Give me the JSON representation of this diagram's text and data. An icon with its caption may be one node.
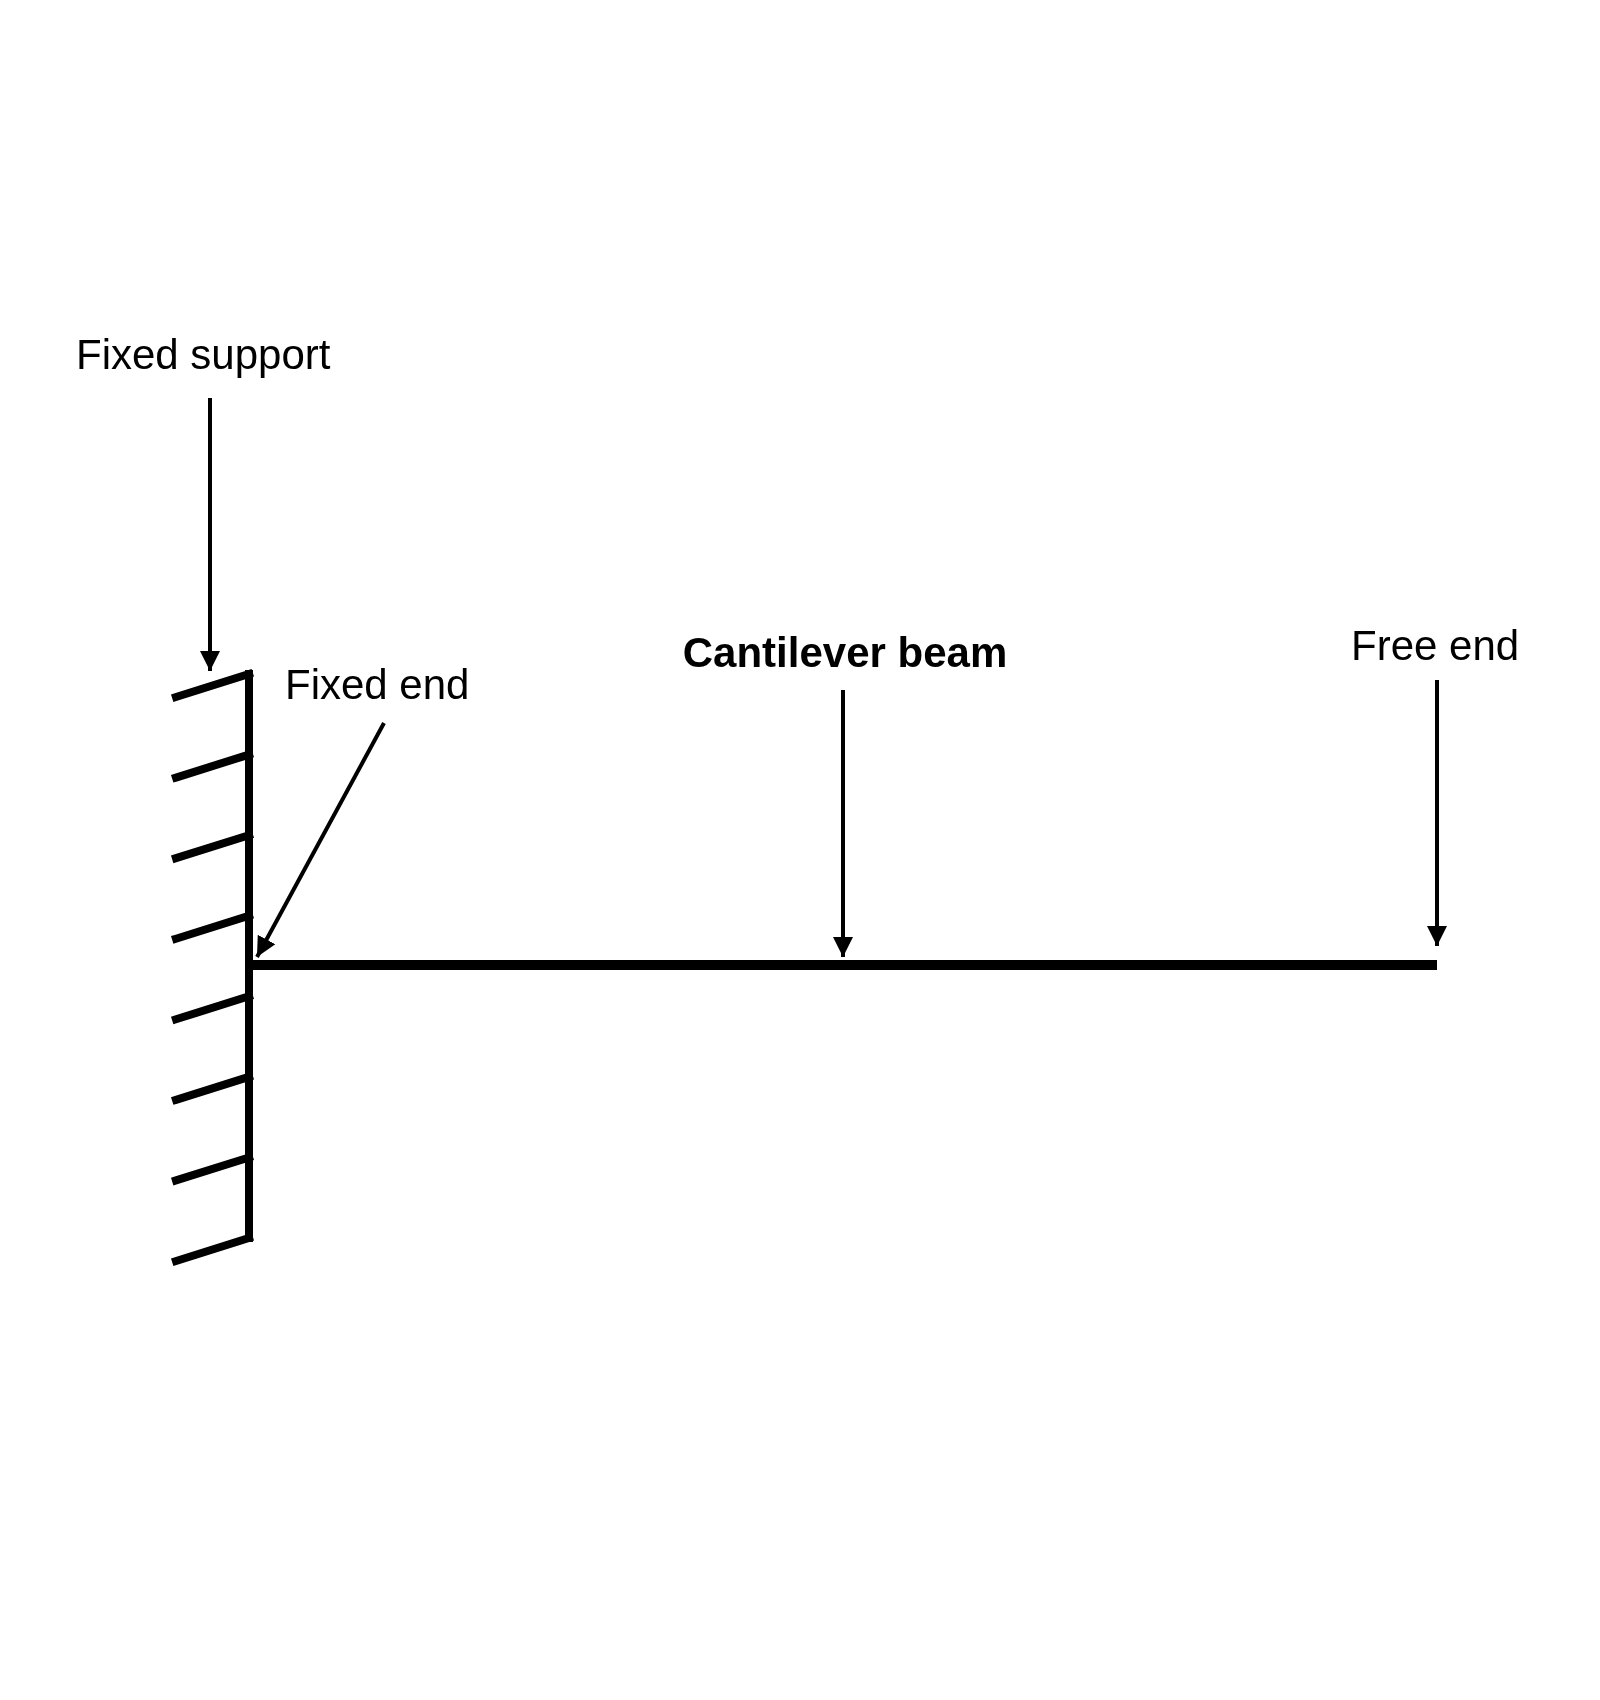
{
  "diagram": {
    "nodes": [
      {
        "text": [
          "Fixed support"
        ]
      },
      {
        "text": [
          "Fixed end"
        ]
      },
      {
        "text": [
          "Cantilever beam"
        ]
      },
      {
        "text": [
          "Free end"
        ]
      },
      {
        "text": [],
        "shape": "bar"
      },
      {
        "text": [],
        "shape": "bar"
      }
    ],
    "edges": [
      {
        "from": 0,
        "to": 4,
        "arrow": "to"
      },
      {
        "from": 1,
        "to": 5,
        "arrow": "to"
      },
      {
        "from": 2,
        "to": 5,
        "arrow": "to"
      },
      {
        "from": 3,
        "to": 5,
        "arrow": "to"
      }
    ]
  }
}
